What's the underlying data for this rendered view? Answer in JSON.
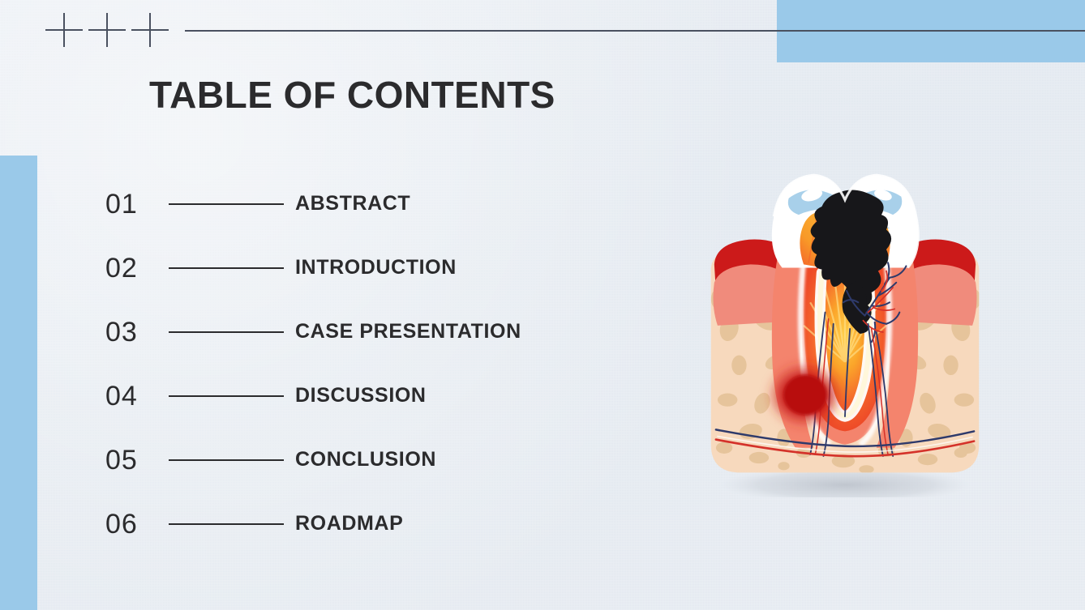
{
  "slide": {
    "background_color": "#E6ECF3",
    "accent_blue": "#9AC9E9",
    "ink_color": "#2B2B2D"
  },
  "decor": {
    "top_rule_label": "top-horizontal-rule",
    "cross_marks": [
      "cross-1",
      "cross-2",
      "cross-3"
    ],
    "top_right_block_label": "blue-block-top-right",
    "left_block_label": "blue-block-left"
  },
  "header": {
    "title": "TABLE OF CONTENTS"
  },
  "toc": {
    "items": [
      {
        "number": "01",
        "label": "ABSTRACT"
      },
      {
        "number": "02",
        "label": "INTRODUCTION"
      },
      {
        "number": "03",
        "label": "CASE PRESENTATION"
      },
      {
        "number": "04",
        "label": "DISCUSSION"
      },
      {
        "number": "05",
        "label": "CONCLUSION"
      },
      {
        "number": "06",
        "label": "ROADMAP"
      }
    ]
  },
  "illustration": {
    "name": "tooth-cross-section-with-cavity",
    "description": "Cross-section of a molar tooth with dental caries, inflamed pulp and abscess",
    "colors": {
      "enamel_white": "#FFFFFF",
      "enamel_highlight_blue": "#A8D0EA",
      "caries_black": "#17171A",
      "pulp_orange": "#F7931E",
      "dentin_salmon": "#F4846D",
      "inflamed_red_orange": "#F0532E",
      "gum_dark_red": "#CC1A1A",
      "gum_pink": "#F08B7C",
      "bone_cream": "#F7D8BC",
      "bone_spot_tan": "#E3C49A",
      "abscess_red": "#C21414",
      "vessel_blue": "#2E3A6B",
      "vessel_red": "#D4322A",
      "shadow_gray": "#C9CDD4"
    }
  }
}
